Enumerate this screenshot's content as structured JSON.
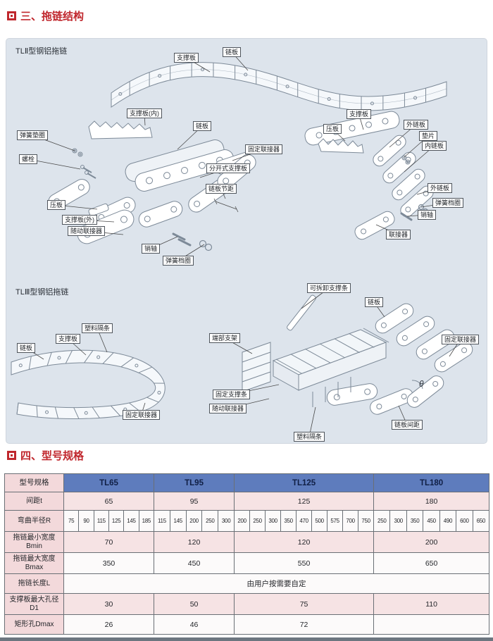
{
  "page": {
    "section3_title": "三、拖链结构",
    "section4_title": "四、型号规格",
    "tl2_label": "TLⅡ型钢铝拖链",
    "tl3_label": "TLⅢ型钢铝拖链"
  },
  "colors": {
    "accent_red": "#c0272d",
    "table_header_blue": "#5e7cbd",
    "table_row_pink": "#f3d9db",
    "diagram_panel_blue": "#dde4ec"
  },
  "diagram": {
    "labels": [
      "支撑板",
      "链板",
      "支撑板(内)",
      "链板",
      "固定联接器",
      "分开式支撑板",
      "链板节距",
      "弹簧垫圈",
      "螺栓",
      "压板",
      "支撑板(外)",
      "随动联接器",
      "销轴",
      "弹簧档圈",
      "支撑板",
      "压板",
      "外链板",
      "垫片",
      "内链板",
      "外链板",
      "弹簧档圈",
      "销轴",
      "联接器",
      "可拆卸支撑条",
      "链板",
      "塑料隔条",
      "支撑板",
      "链板",
      "端部支架",
      "固定联接器",
      "固定支撑条",
      "随动联接器",
      "固定联接器",
      "塑料隔条",
      "链板间距",
      "θ"
    ]
  },
  "table": {
    "corner_label": "型号规格",
    "models": [
      "TL65",
      "TL95",
      "TL125",
      "TL180"
    ],
    "rows": [
      {
        "label": "间距t",
        "values": [
          "65",
          "95",
          "125",
          "180"
        ]
      },
      {
        "label": "弯曲半径R",
        "sub": [
          [
            "75",
            "90",
            "115",
            "125",
            "145",
            "185"
          ],
          [
            "115",
            "145",
            "200",
            "250",
            "300"
          ],
          [
            "200",
            "250",
            "300",
            "350",
            "470",
            "500",
            "575",
            "700",
            "750"
          ],
          [
            "250",
            "300",
            "350",
            "450",
            "490",
            "600",
            "650"
          ]
        ]
      },
      {
        "label": "拖链最小宽度Bmin",
        "values": [
          "70",
          "120",
          "120",
          "200"
        ]
      },
      {
        "label": "拖链最大宽度Bmax",
        "values": [
          "350",
          "450",
          "550",
          "650"
        ]
      },
      {
        "label": "拖链长度L",
        "span": "由用户按需要自定"
      },
      {
        "label": "支撑板最大孔径D1",
        "values": [
          "30",
          "50",
          "75",
          "110"
        ]
      },
      {
        "label": "矩形孔Dmax",
        "values": [
          "26",
          "46",
          "72",
          ""
        ]
      }
    ]
  }
}
